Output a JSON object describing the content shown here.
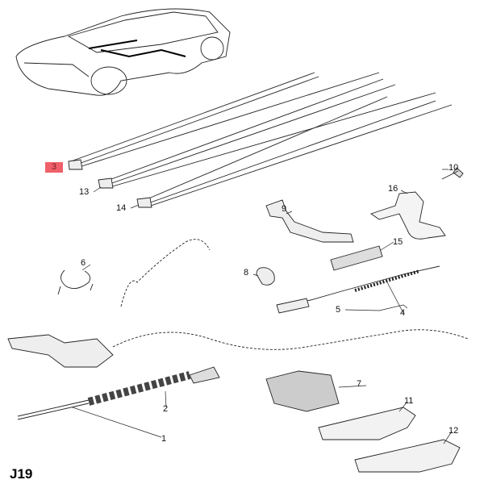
{
  "diagram": {
    "code": "J19",
    "highlight_color": "#f0606a",
    "callouts": [
      {
        "id": "3",
        "highlighted": true
      },
      {
        "id": "13"
      },
      {
        "id": "14"
      },
      {
        "id": "10"
      },
      {
        "id": "16"
      },
      {
        "id": "9"
      },
      {
        "id": "15"
      },
      {
        "id": "6"
      },
      {
        "id": "8"
      },
      {
        "id": "5"
      },
      {
        "id": "4"
      },
      {
        "id": "7"
      },
      {
        "id": "2"
      },
      {
        "id": "1"
      },
      {
        "id": "11"
      },
      {
        "id": "12"
      }
    ]
  }
}
